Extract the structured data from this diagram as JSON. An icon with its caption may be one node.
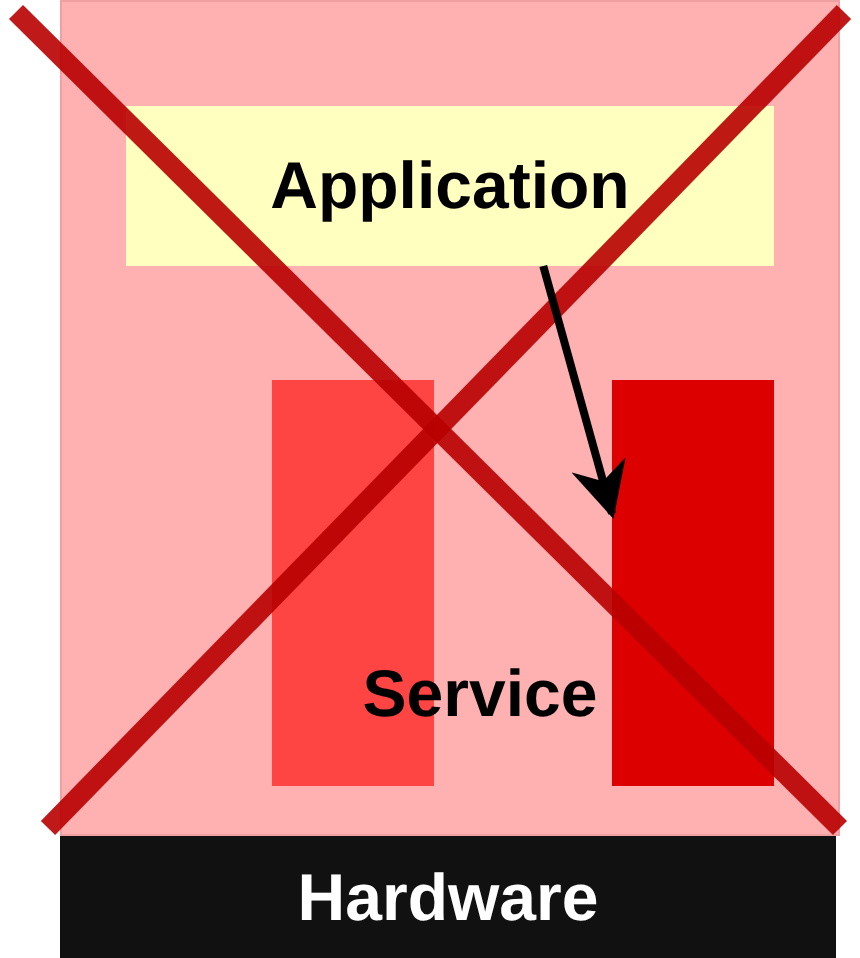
{
  "diagram": {
    "nodes": [
      {
        "text": [],
        "shape": "box"
      },
      {
        "text": [
          "Application"
        ],
        "in": 0
      },
      {
        "text": [],
        "shape": "bar",
        "in": 0
      },
      {
        "text": [],
        "shape": "bar",
        "in": 0
      },
      {
        "text": [
          "Hardware"
        ]
      }
    ],
    "edges": [
      {
        "from": 1,
        "to": 3,
        "arrow": "to"
      }
    ],
    "labels": [
      "Service"
    ]
  }
}
